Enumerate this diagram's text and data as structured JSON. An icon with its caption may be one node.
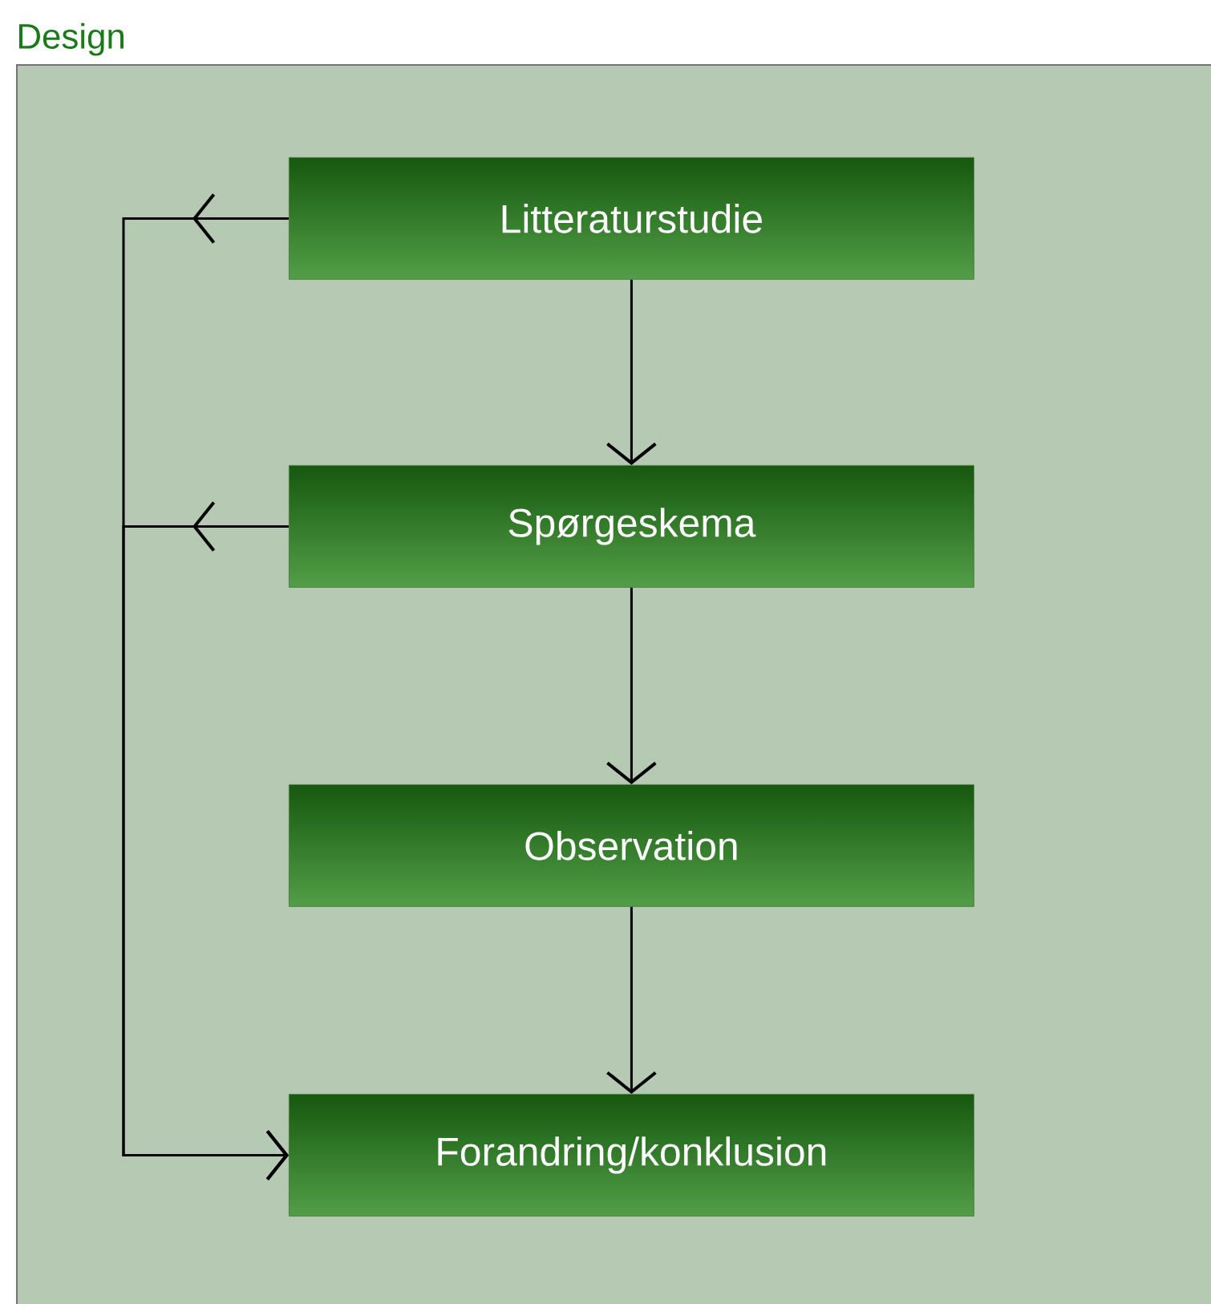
{
  "diagram": {
    "nodes": [
      {
        "text": [
          "Design"
        ]
      },
      {
        "text": [
          "Litteraturstudie"
        ],
        "in": 0
      },
      {
        "text": [
          "Spørgeskema"
        ],
        "in": 0
      },
      {
        "text": [
          "Observation"
        ],
        "in": 0
      },
      {
        "text": [
          "Forandring/konklusion"
        ],
        "in": 0
      }
    ],
    "edges": [
      {
        "from": 1,
        "to": 2,
        "arrow": "to"
      },
      {
        "from": 2,
        "to": 3,
        "arrow": "to"
      },
      {
        "from": 3,
        "to": 4,
        "arrow": "to"
      },
      {
        "from": 1,
        "to": 4,
        "arrow": "to"
      },
      {
        "from": 2,
        "to": 4,
        "arrow": "to"
      }
    ]
  }
}
